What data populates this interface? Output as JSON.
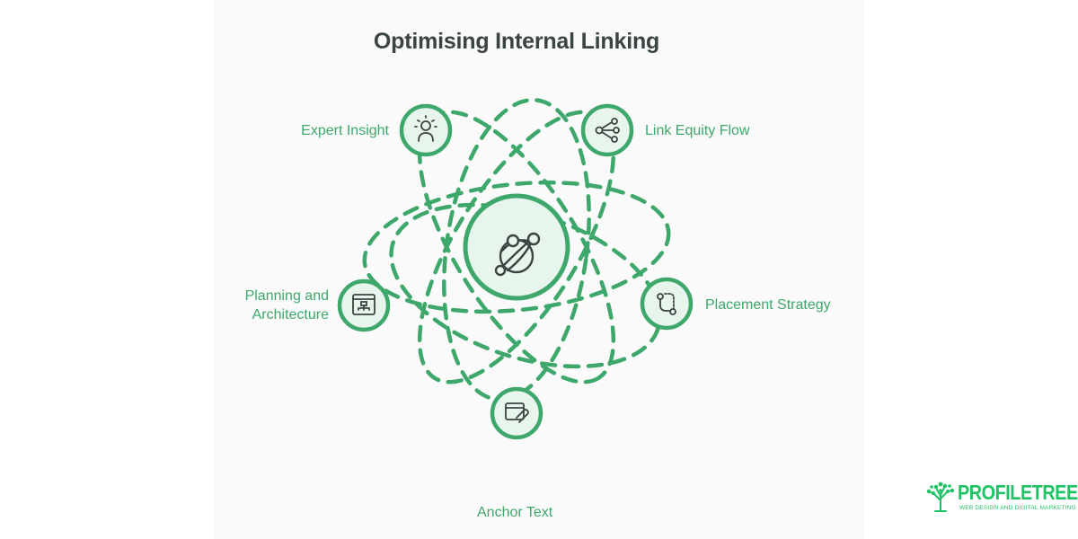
{
  "title": "Optimising Internal Linking",
  "accent_color": "#3ea76b",
  "title_color": "#3a4441",
  "center": {
    "icon": "network-globe-icon"
  },
  "nodes": [
    {
      "label": "Expert Insight",
      "icon": "lightbulb-person-icon"
    },
    {
      "label": "Link Equity Flow",
      "icon": "share-nodes-icon"
    },
    {
      "label": "Planning and Architecture",
      "label_lines": [
        "Planning and",
        "Architecture"
      ],
      "icon": "sitemap-window-icon"
    },
    {
      "label": "Placement Strategy",
      "icon": "route-path-icon"
    },
    {
      "label": "Anchor Text",
      "icon": "browser-link-icon"
    }
  ],
  "brand": {
    "name": "PROFILETREE",
    "tagline": "WEB DESIGN AND DIGITAL MARKETING",
    "color": "#1fc365",
    "icon": "tree-logo-icon"
  }
}
